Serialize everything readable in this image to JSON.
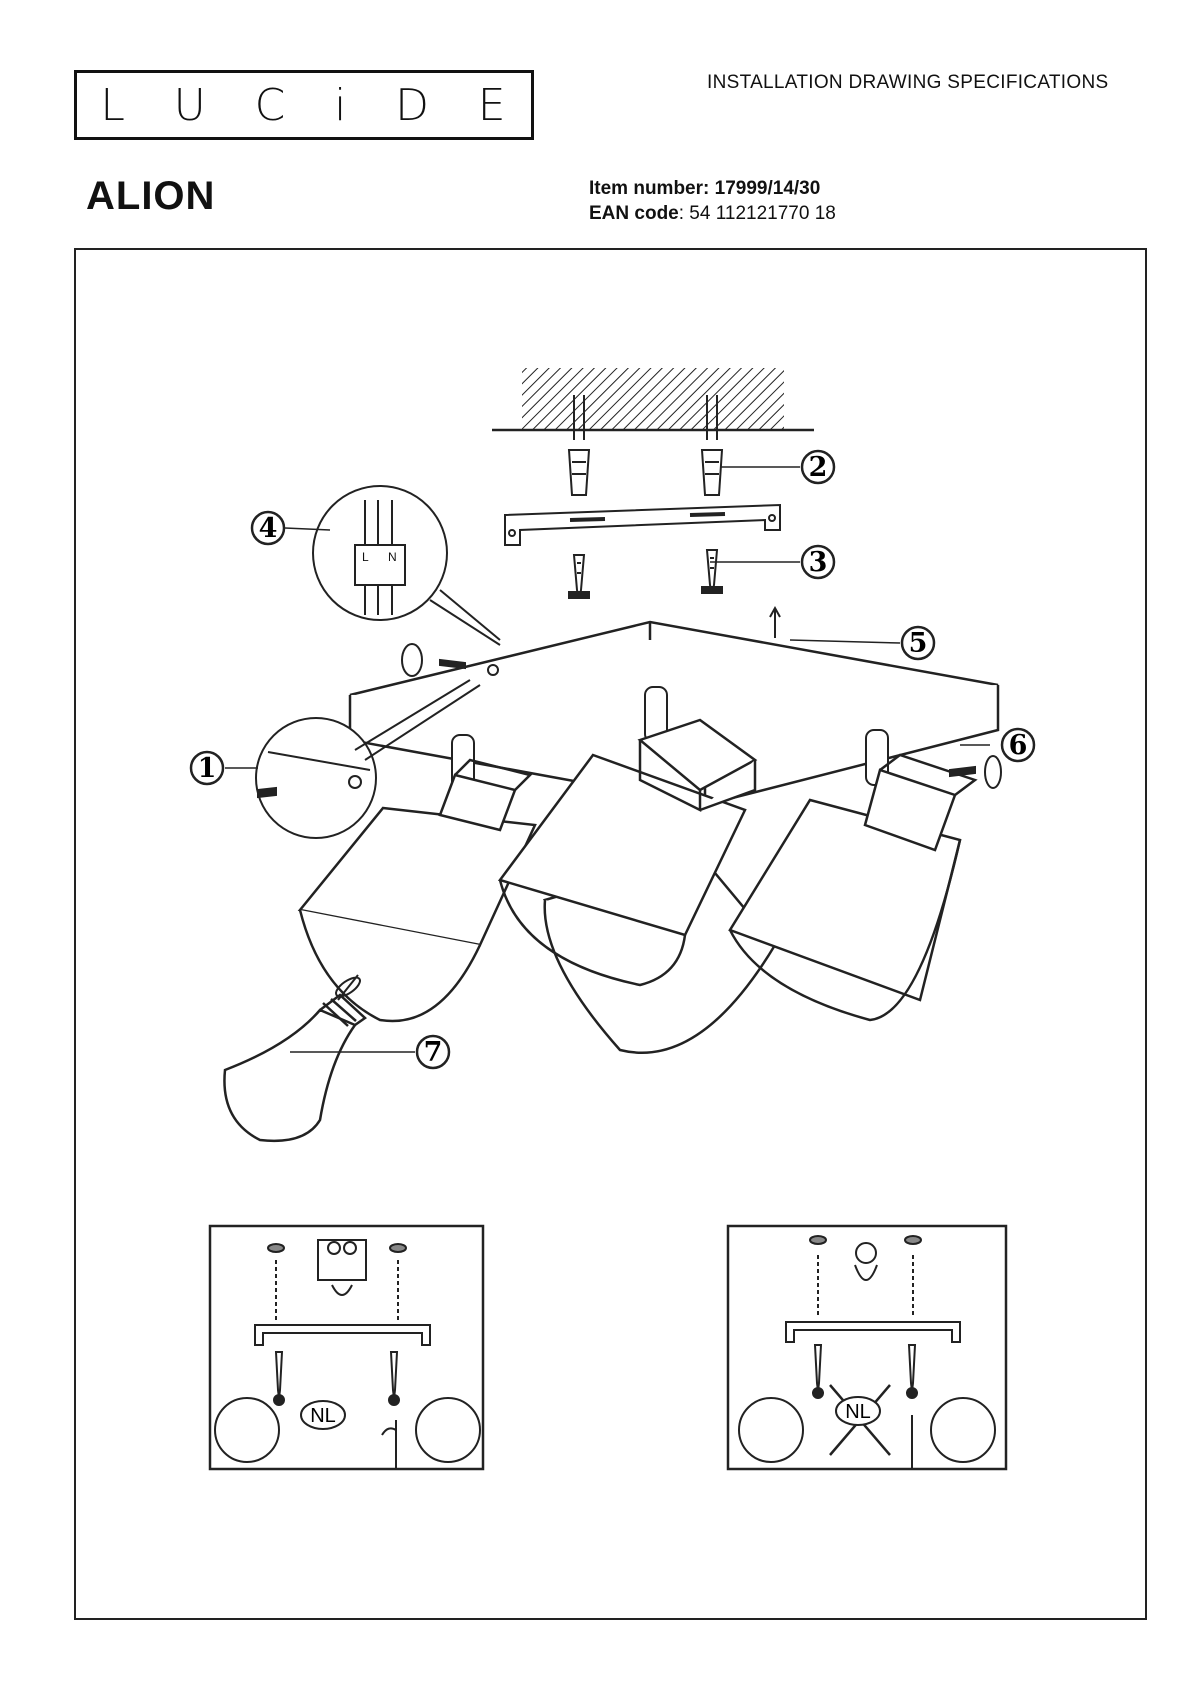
{
  "header": {
    "logo_letters": [
      "L",
      "U",
      "C",
      "i",
      "D",
      "E"
    ],
    "doc_type": "INSTALLATION DRAWING SPECIFICATIONS",
    "product_name": "ALION",
    "item_number_label": "Item number:",
    "item_number_value": "17999/14/30",
    "ean_label": "EAN code",
    "ean_value": ": 54 112121770 18"
  },
  "diagram": {
    "callouts": [
      "1",
      "2",
      "3",
      "4",
      "5",
      "6",
      "7"
    ],
    "terminal_labels": [
      "L",
      "N"
    ],
    "inset_labels": [
      "NL",
      "NL"
    ]
  }
}
